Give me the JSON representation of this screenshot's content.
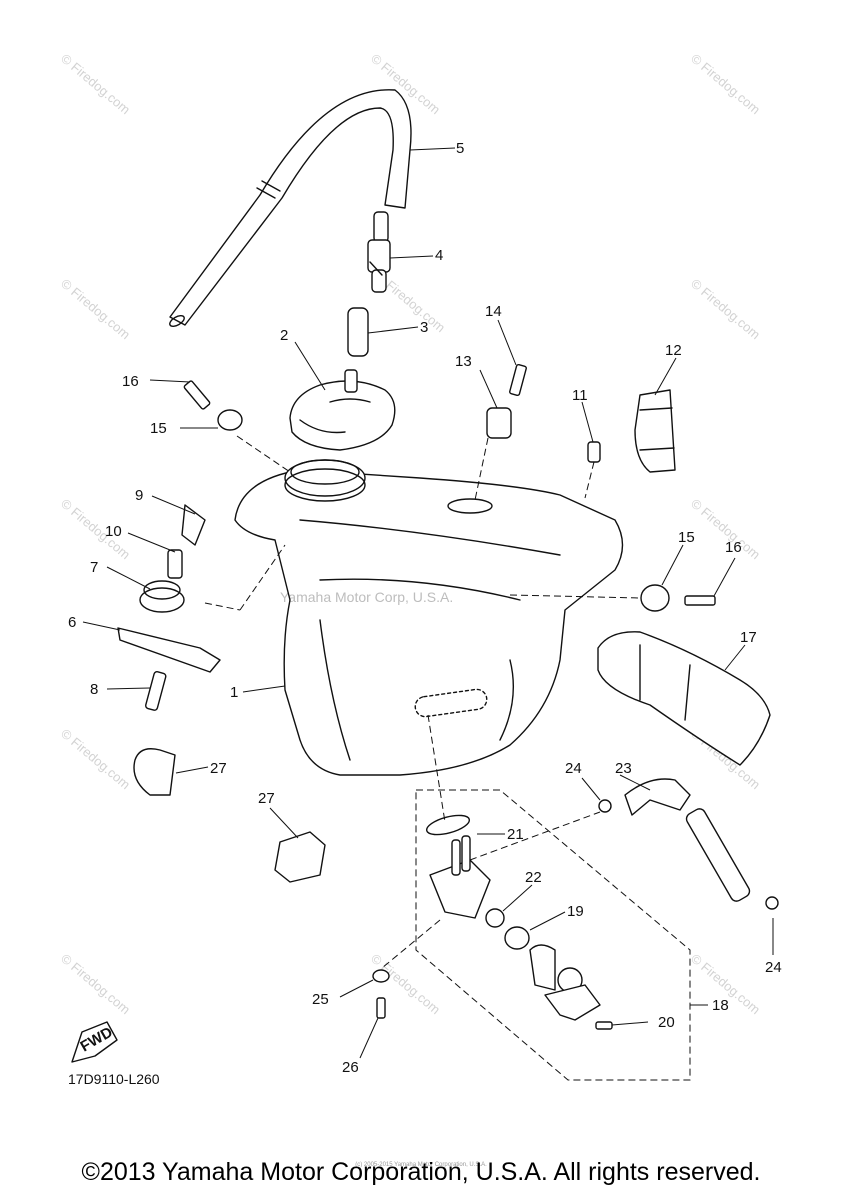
{
  "diagram": {
    "code": "17D9110-L260",
    "copyright": "©2013 Yamaha Motor Corporation, U.S.A. All rights reserved.",
    "small_copyright": "(c) 2005-2015 Yamaha Motor Corporation, U.S.A.",
    "fwd_label": "FWD",
    "watermark_corp": "Yamaha Motor Corp, U.S.A.",
    "watermark_site": "© Firedog.com",
    "callouts": {
      "c1": "1",
      "c2": "2",
      "c3": "3",
      "c4": "4",
      "c5": "5",
      "c6": "6",
      "c7": "7",
      "c8": "8",
      "c9": "9",
      "c10": "10",
      "c11": "11",
      "c12": "12",
      "c13": "13",
      "c14": "14",
      "c15a": "15",
      "c15b": "15",
      "c16a": "16",
      "c16b": "16",
      "c17": "17",
      "c18": "18",
      "c19": "19",
      "c20": "20",
      "c21": "21",
      "c22": "22",
      "c23": "23",
      "c24a": "24",
      "c24b": "24",
      "c25": "25",
      "c26": "26",
      "c27a": "27",
      "c27b": "27"
    }
  }
}
